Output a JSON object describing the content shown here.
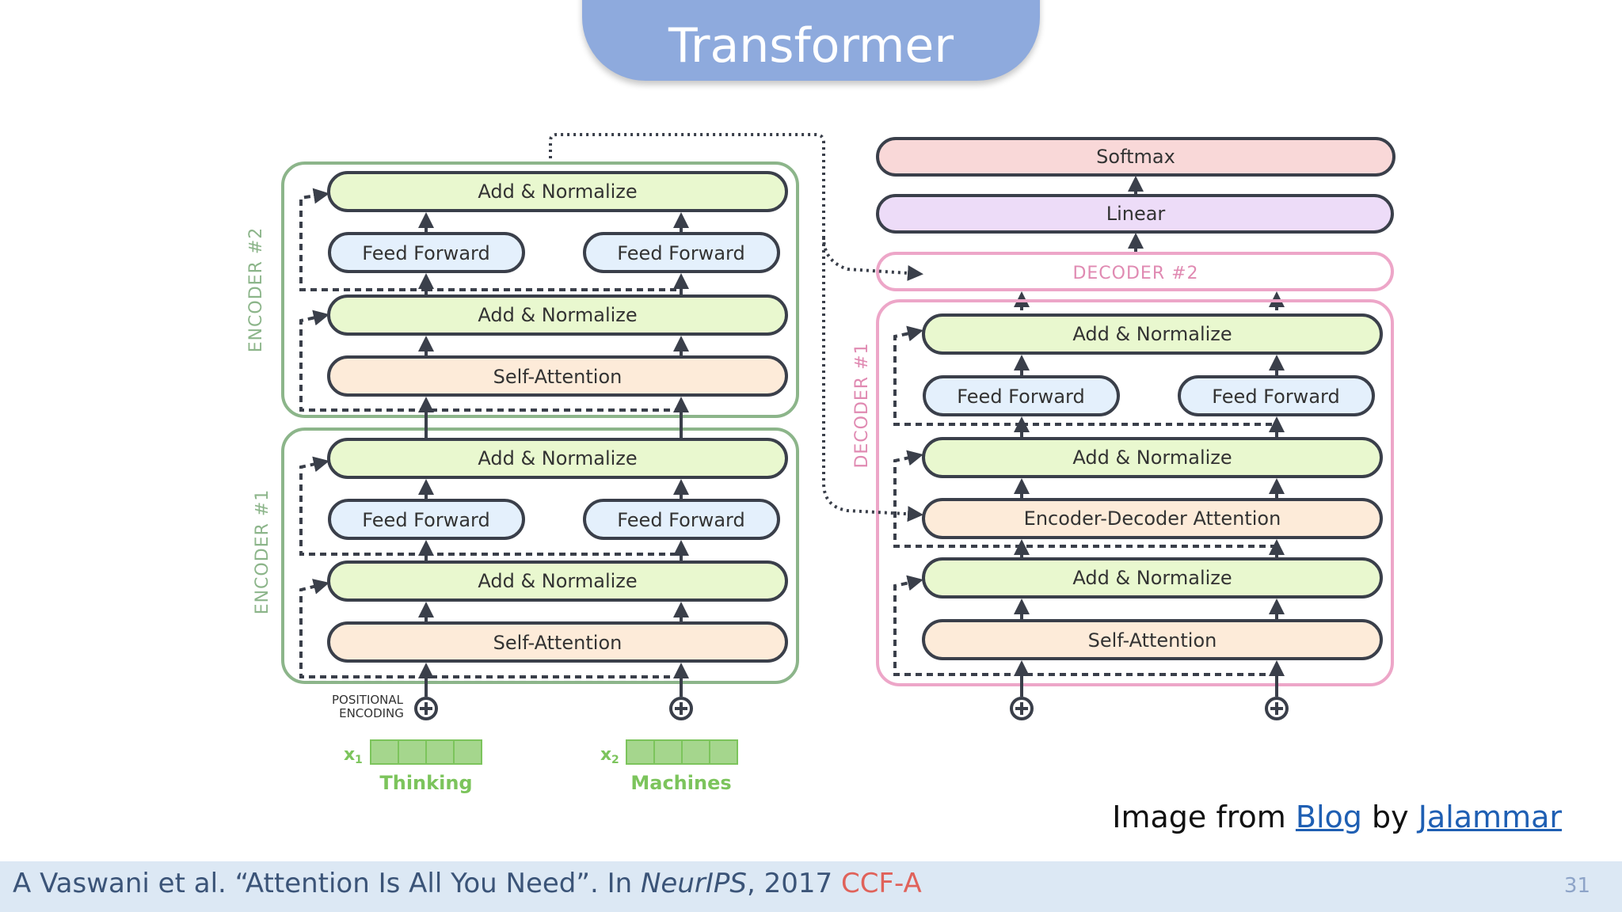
{
  "title": "Transformer",
  "encoder_stack": {
    "encoder2_label": "ENCODER #2",
    "encoder1_label": "ENCODER #1",
    "add_normalize": "Add & Normalize",
    "feed_forward": "Feed Forward",
    "self_attention": "Self-Attention",
    "positional_encoding_line1": "POSITIONAL",
    "positional_encoding_line2": "ENCODING",
    "inputs": [
      {
        "symbol": "x",
        "index": "1",
        "word": "Thinking"
      },
      {
        "symbol": "x",
        "index": "2",
        "word": "Machines"
      }
    ]
  },
  "decoder_stack": {
    "softmax": "Softmax",
    "linear": "Linear",
    "decoder2_label": "DECODER #2",
    "decoder1_label": "DECODER #1",
    "add_normalize": "Add & Normalize",
    "feed_forward": "Feed Forward",
    "enc_dec_attention": "Encoder-Decoder Attention",
    "self_attention": "Self-Attention"
  },
  "credit": {
    "prefix": "Image from",
    "blog_link": "Blog",
    "by": "by",
    "author_link": "Jalammar"
  },
  "footer": {
    "citation_prefix": "A Vaswani et al. “Attention Is All You Need”. In",
    "venue": "NeurIPS",
    "year": ", 2017",
    "rank": "CCF-A",
    "page_number": "31"
  },
  "colors": {
    "title_bg": "#8eaadd",
    "encoder_border": "#8cb58a",
    "decoder_border": "#eda6c8",
    "add_normalize_fill": "#e9f8cf",
    "feed_forward_fill": "#e4f0fc",
    "attention_fill": "#fdebd9",
    "softmax_fill": "#f9d8d8",
    "linear_fill": "#eddcf8",
    "input_green": "#7cc45c",
    "footer_bg": "#dce8f4"
  }
}
